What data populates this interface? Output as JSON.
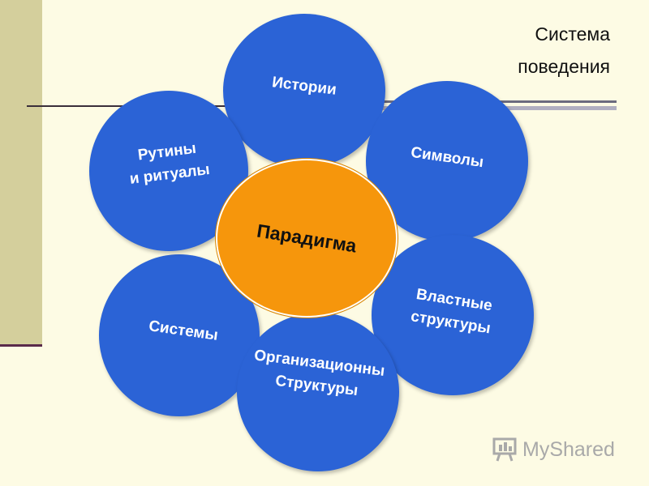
{
  "title": {
    "line1": "Система",
    "line2": "поведения"
  },
  "center": {
    "label": "Парадигма"
  },
  "petals": {
    "stories": {
      "lines": [
        "Истории"
      ]
    },
    "symbols": {
      "lines": [
        "Символы"
      ]
    },
    "power": {
      "lines": [
        "Властные",
        "структуры"
      ]
    },
    "org": {
      "lines": [
        "Организационны",
        "Структуры"
      ]
    },
    "systems": {
      "lines": [
        "Системы"
      ]
    },
    "routines": {
      "lines": [
        "Рутины",
        "и ритуалы"
      ]
    }
  },
  "logo": {
    "text": "MyShared"
  },
  "colors": {
    "petal": "#2b63d6",
    "center": "#f6960c",
    "background": "#fdfbe4"
  }
}
